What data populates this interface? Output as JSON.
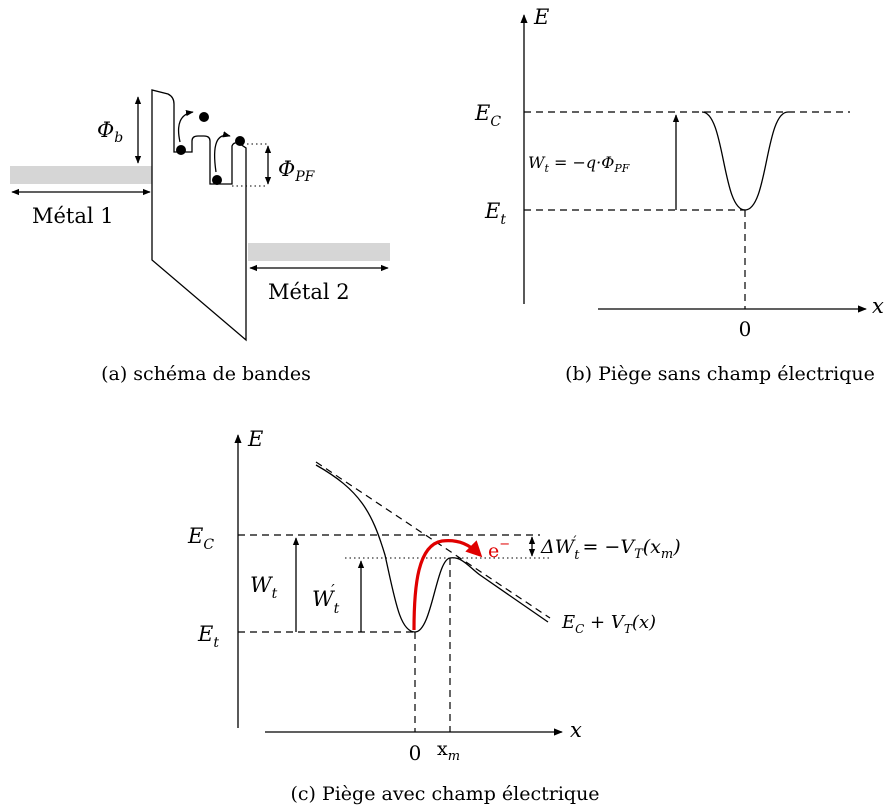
{
  "panel_a": {
    "metal1": "Métal 1",
    "metal2": "Métal 2",
    "phi_b": "Φ",
    "phi_b_sub": "b",
    "phi_pf": "Φ",
    "phi_pf_sub": "PF",
    "caption": "(a) schéma de bandes"
  },
  "panel_b": {
    "axis_e": "E",
    "axis_x": "x",
    "ec": "E",
    "ec_sub": "C",
    "et": "E",
    "et_sub": "t",
    "zero": "0",
    "wt_main": "W",
    "wt_sub": "t",
    "wt_rest": " = −q·Φ",
    "wt_rest_sub": "PF",
    "caption": "(b) Piège sans champ électrique"
  },
  "panel_c": {
    "axis_e": "E",
    "axis_x": "x",
    "ec": "E",
    "ec_sub": "C",
    "et": "E",
    "et_sub": "t",
    "wt": "W",
    "wt_sub": "t",
    "wtp": "W",
    "wtp_sub": "t",
    "wtp_sup": "′",
    "electron": "e",
    "electron_sup": "−",
    "delta_main": "ΔW",
    "delta_sub": "t",
    "delta_sup": "′",
    "delta_rest": " = −V",
    "delta_rest_sub": "T",
    "delta_rest_end": "(x",
    "delta_rest_end_sub": "m",
    "delta_close": ")",
    "curve_main": "E",
    "curve_sub": "C",
    "curve_rest": " + V",
    "curve_rest_sub": "T",
    "curve_end": "(x)",
    "zero": "0",
    "xm": "x",
    "xm_sub": "m",
    "caption": "(c) Piège avec champ électrique"
  },
  "colors": {
    "electron_path": "#e00000",
    "metal": "#d6d6d6"
  }
}
